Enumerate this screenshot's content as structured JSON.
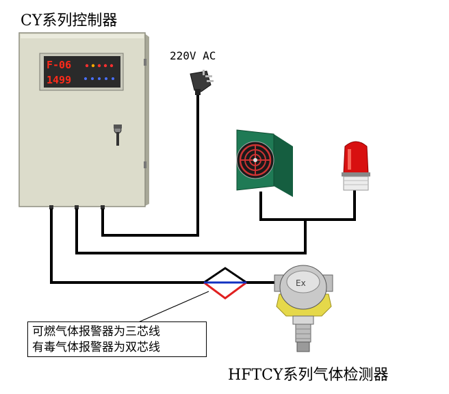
{
  "title": "CY系列控制器",
  "power_label": "220V AC",
  "detector_label": "HFTCY系列气体检测器",
  "note": {
    "line1": "可燃气体报警器为三芯线",
    "line2": "有毒气体报警器为双芯线"
  },
  "display": {
    "line1": "F-06",
    "line2": "1499"
  },
  "detector_badge": "Ex",
  "colors": {
    "cable": "#000000",
    "red_wire": "#e02020",
    "blue_wire": "#1030c0",
    "cabinet": "#dcdccb",
    "led_digits": "#ff2a1a",
    "fan_green": "#1f7a55",
    "beacon_red": "#d81010",
    "detector_yellow": "#e5d84a"
  }
}
